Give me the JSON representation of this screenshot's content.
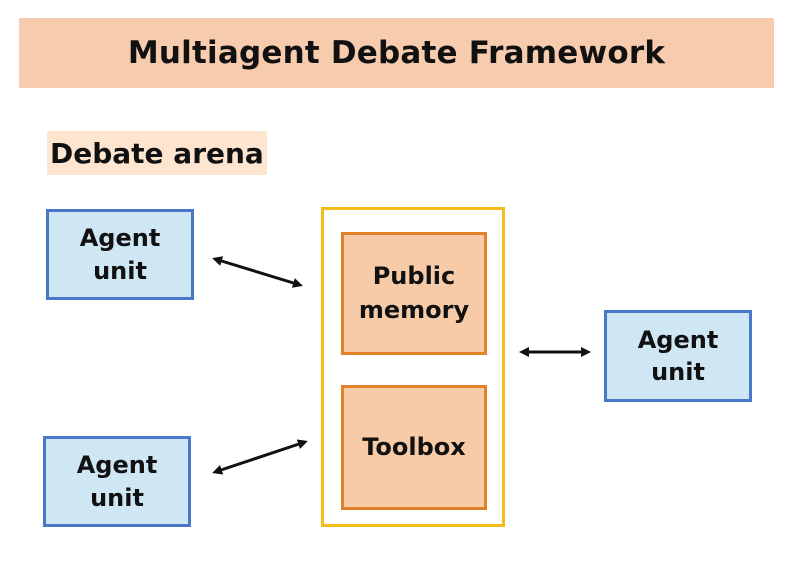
{
  "title": "Multiagent Debate Framework",
  "arena_label": "Debate arena",
  "agents": [
    {
      "label": "Agent\nunit"
    },
    {
      "label": "Agent\nunit"
    },
    {
      "label": "Agent\nunit"
    }
  ],
  "arena": {
    "public_memory_label": "Public\nmemory",
    "toolbox_label": "Toolbox"
  },
  "colors": {
    "title_banner": "#f7cbad",
    "arena_label_bg": "#fde5cf",
    "agent_fill": "#cfe7f5",
    "agent_border": "#4a78c8",
    "arena_border": "#f3be1a",
    "inner_fill": "#f8cba8",
    "inner_border": "#e1822b",
    "arrow": "#111111"
  },
  "connections": [
    {
      "from": "agent-1",
      "to": "arena",
      "type": "bidirectional"
    },
    {
      "from": "agent-2",
      "to": "arena",
      "type": "bidirectional"
    },
    {
      "from": "arena",
      "to": "agent-3",
      "type": "bidirectional"
    }
  ]
}
